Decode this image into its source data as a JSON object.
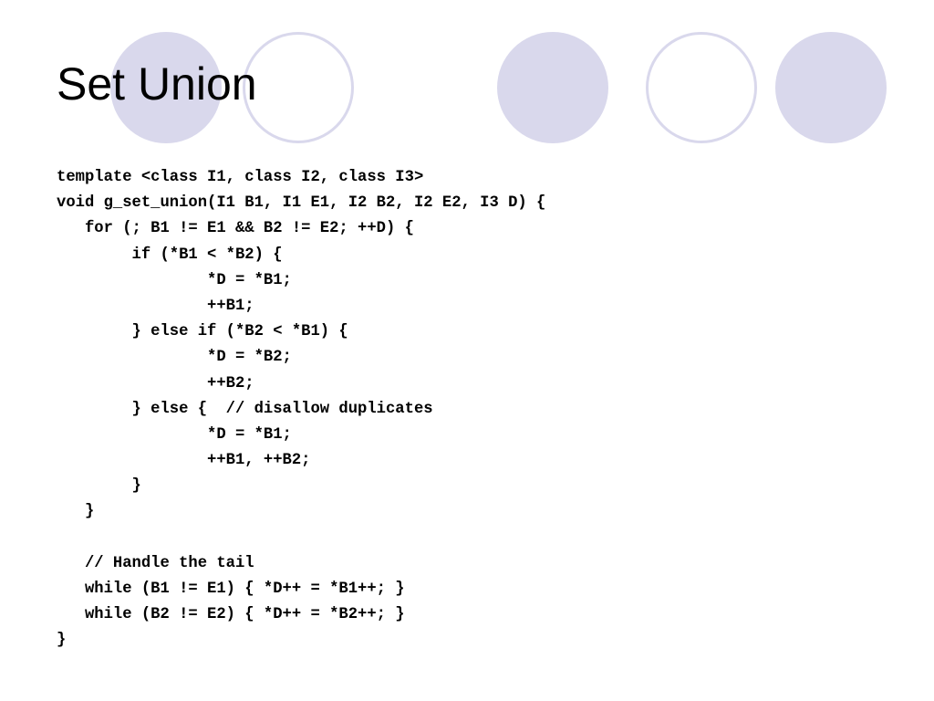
{
  "slide": {
    "title": "Set Union",
    "decoration": {
      "fill_color": "#d9d8ec",
      "circles": [
        "filled",
        "outline",
        "filled",
        "outline",
        "filled"
      ]
    },
    "code_lines": [
      "template <class I1, class I2, class I3>",
      "void g_set_union(I1 B1, I1 E1, I2 B2, I2 E2, I3 D) {",
      "   for (; B1 != E1 && B2 != E2; ++D) {",
      "        if (*B1 < *B2) {",
      "                *D = *B1;",
      "                ++B1;",
      "        } else if (*B2 < *B1) {",
      "                *D = *B2;",
      "                ++B2;",
      "        } else {  // disallow duplicates",
      "                *D = *B1;",
      "                ++B1, ++B2;",
      "        }",
      "   }",
      "",
      "   // Handle the tail",
      "   while (B1 != E1) { *D++ = *B1++; }",
      "   while (B2 != E2) { *D++ = *B2++; }",
      "}"
    ]
  }
}
